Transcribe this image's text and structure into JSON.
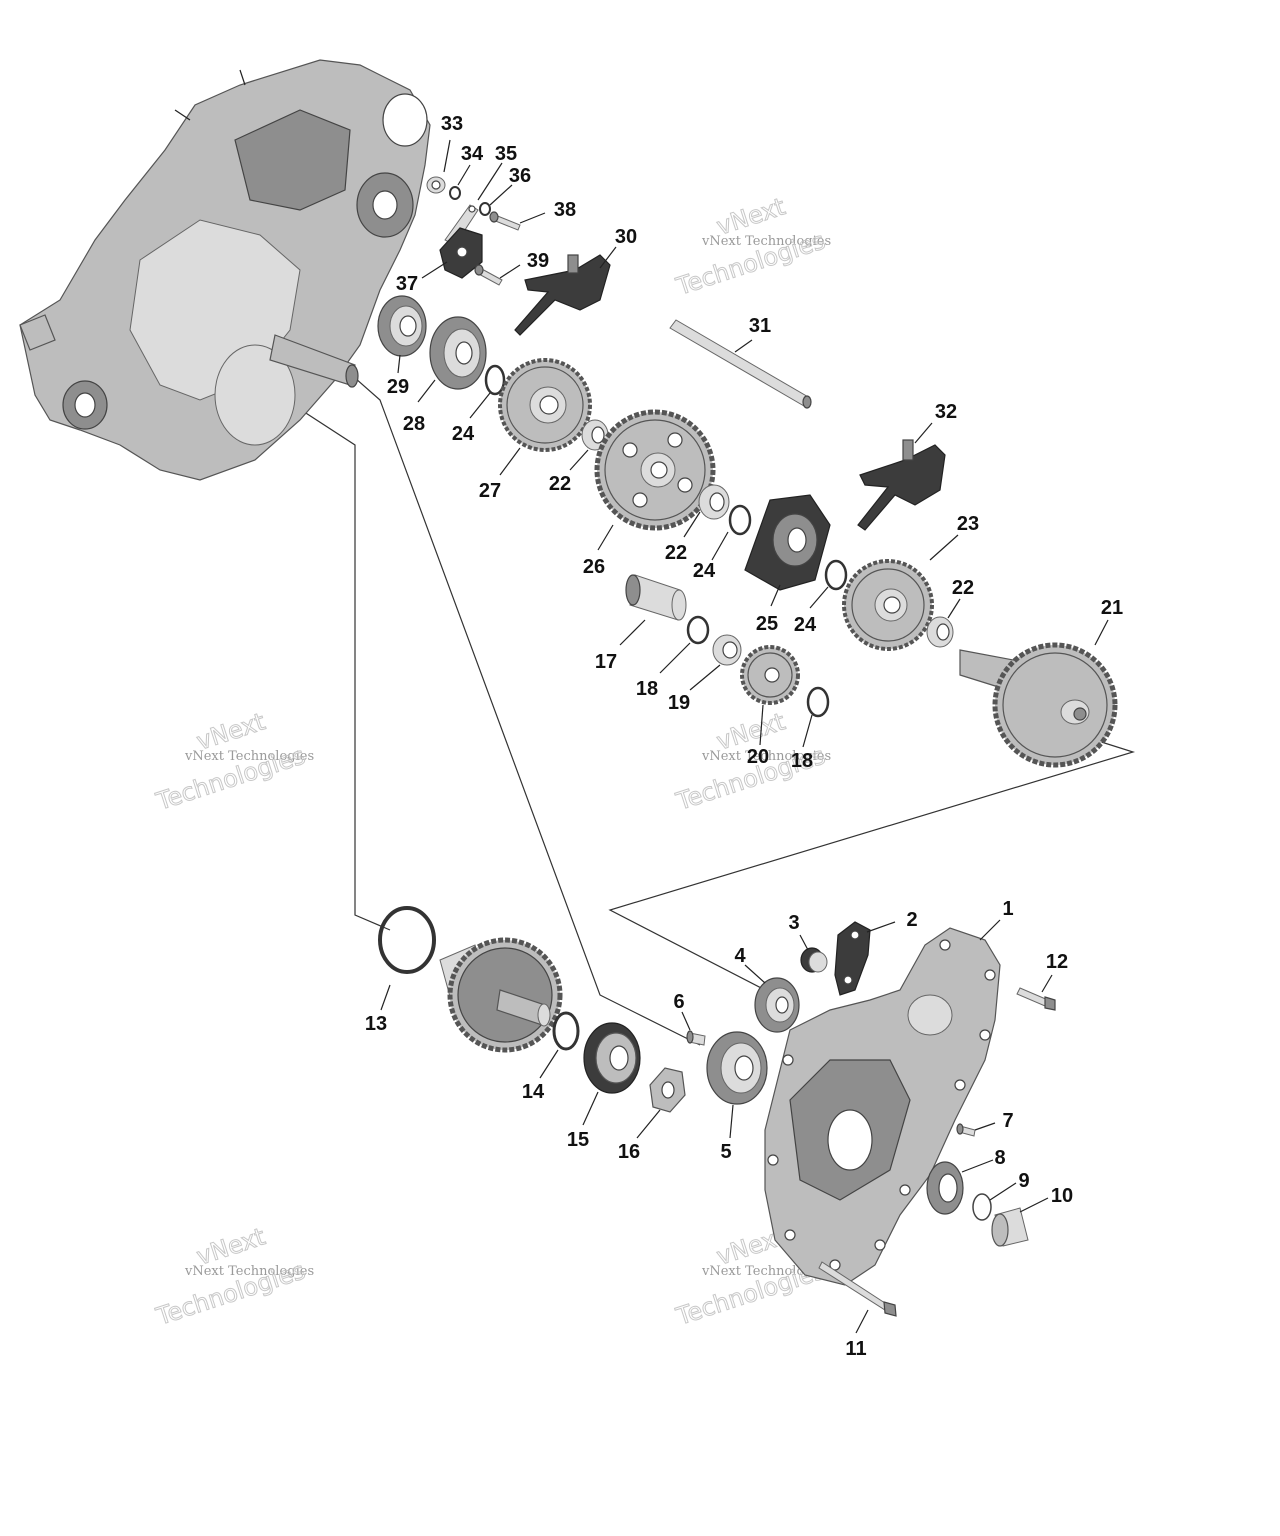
{
  "diagram": {
    "watermark": {
      "line1": "vNext",
      "line2": "vNext Technologies",
      "line3": "Technologies"
    },
    "callouts": [
      "1",
      "2",
      "3",
      "4",
      "5",
      "6",
      "7",
      "8",
      "9",
      "10",
      "11",
      "12",
      "13",
      "14",
      "15",
      "16",
      "17",
      "18",
      "18",
      "19",
      "20",
      "21",
      "22",
      "22",
      "22",
      "23",
      "24",
      "24",
      "24",
      "25",
      "26",
      "27",
      "28",
      "29",
      "30",
      "31",
      "32",
      "33",
      "34",
      "35",
      "36",
      "37",
      "38",
      "39"
    ]
  }
}
